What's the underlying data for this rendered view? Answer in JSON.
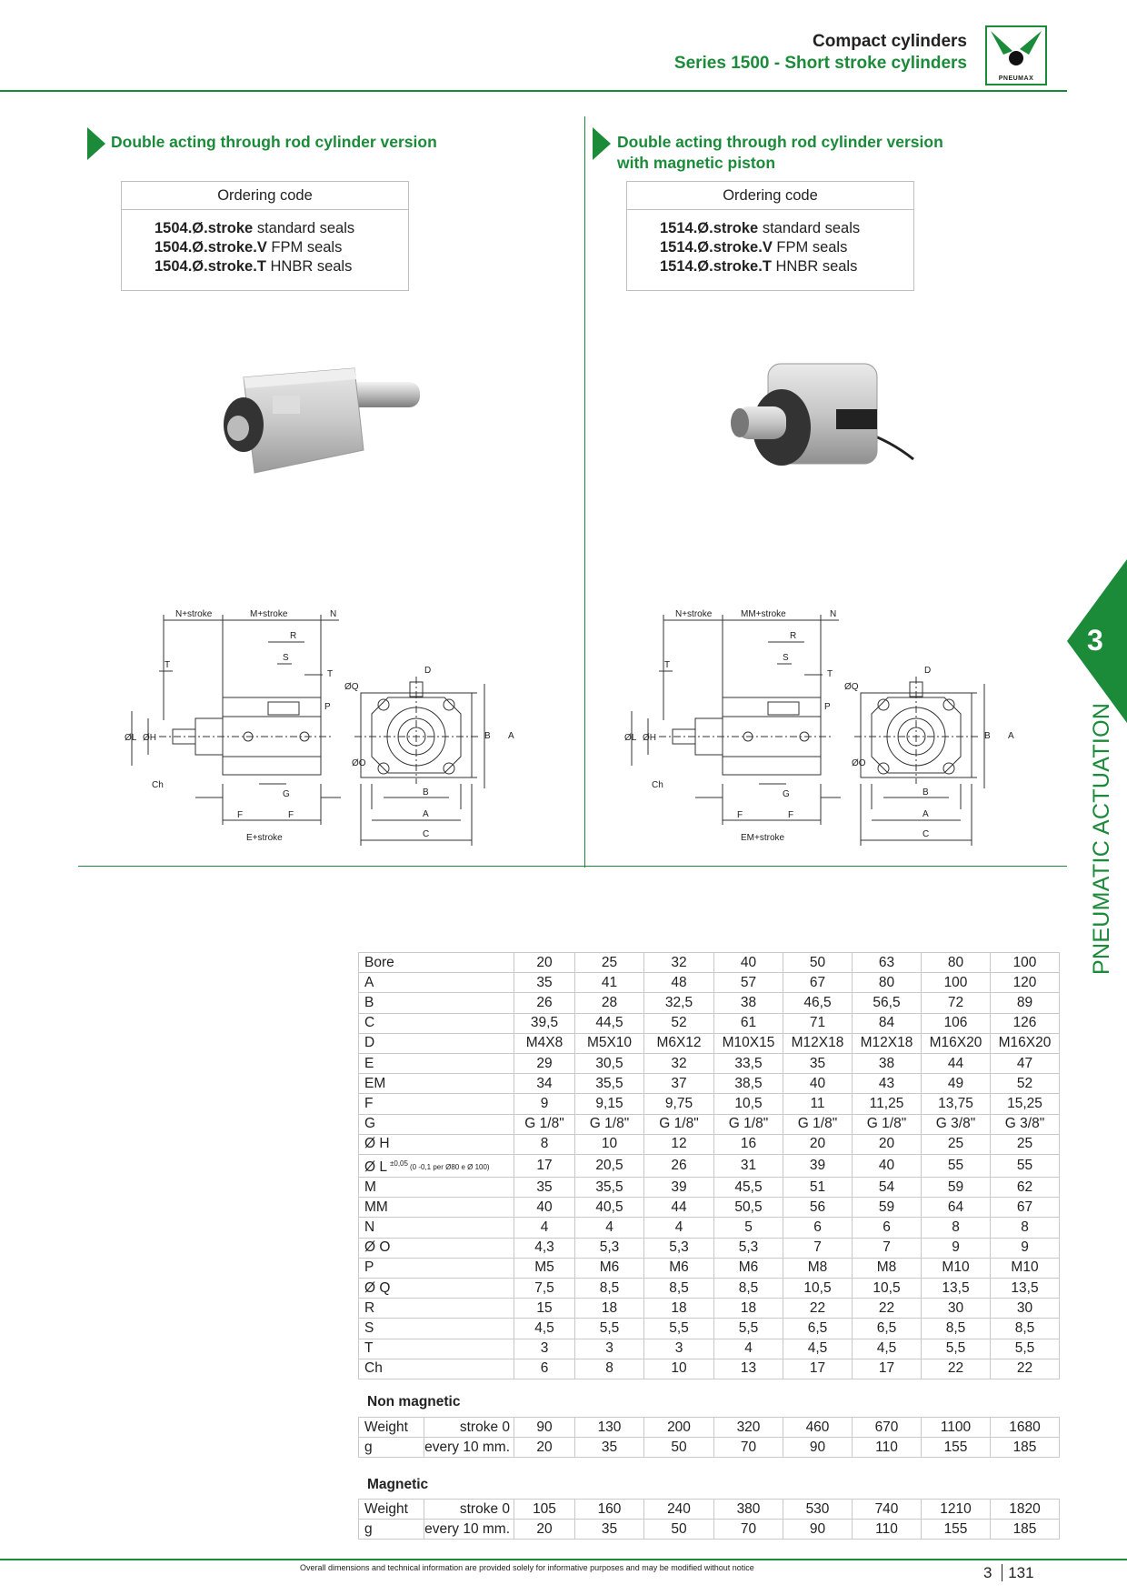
{
  "header": {
    "title_line1": "Compact cylinders",
    "title_line2": "Series 1500 - Short stroke cylinders",
    "logo_text": "PNEUMAX"
  },
  "left": {
    "section_title": "Double acting through rod cylinder version",
    "ordering_code": {
      "heading": "Ordering code",
      "lines": [
        {
          "code": "1504.Ø.stroke",
          "desc": " standard seals"
        },
        {
          "code": "1504.Ø.stroke.V",
          "desc": " FPM seals"
        },
        {
          "code": "1504.Ø.stroke.T",
          "desc": " HNBR seals"
        }
      ]
    },
    "drawing_labels": {
      "n_stroke": "N+stroke",
      "m_stroke": "M+stroke",
      "n": "N",
      "r": "R",
      "s": "S",
      "t1": "T",
      "t2": "T",
      "oq": "ØQ",
      "p": "P",
      "ol": "ØL",
      "oh": "ØH",
      "ch": "Ch",
      "g": "G",
      "f1": "F",
      "f2": "F",
      "e_stroke": "E+stroke",
      "d": "D",
      "oo": "ØO",
      "b_side": "B",
      "a_side": "A",
      "b_bot": "B",
      "a_bot": "A",
      "c_bot": "C"
    }
  },
  "right": {
    "section_title_line1": "Double acting through rod cylinder version",
    "section_title_line2": "with magnetic piston",
    "ordering_code": {
      "heading": "Ordering code",
      "lines": [
        {
          "code": "1514.Ø.stroke",
          "desc": " standard seals"
        },
        {
          "code": "1514.Ø.stroke.V",
          "desc": " FPM seals"
        },
        {
          "code": "1514.Ø.stroke.T",
          "desc": " HNBR seals"
        }
      ]
    },
    "drawing_labels": {
      "n_stroke": "N+stroke",
      "m_stroke": "MM+stroke",
      "n": "N",
      "r": "R",
      "s": "S",
      "t1": "T",
      "t2": "T",
      "oq": "ØQ",
      "p": "P",
      "ol": "ØL",
      "oh": "ØH",
      "ch": "Ch",
      "g": "G",
      "f1": "F",
      "f2": "F",
      "e_stroke": "EM+stroke",
      "d": "D",
      "oo": "ØO",
      "b_side": "B",
      "a_side": "A",
      "b_bot": "B",
      "a_bot": "A",
      "c_bot": "C"
    }
  },
  "side_tab": {
    "number": "3",
    "label": "PNEUMATIC ACTUATION"
  },
  "dimensions_table": {
    "rows": [
      [
        "Bore",
        "20",
        "25",
        "32",
        "40",
        "50",
        "63",
        "80",
        "100"
      ],
      [
        "A",
        "35",
        "41",
        "48",
        "57",
        "67",
        "80",
        "100",
        "120"
      ],
      [
        "B",
        "26",
        "28",
        "32,5",
        "38",
        "46,5",
        "56,5",
        "72",
        "89"
      ],
      [
        "C",
        "39,5",
        "44,5",
        "52",
        "61",
        "71",
        "84",
        "106",
        "126"
      ],
      [
        "D",
        "M4X8",
        "M5X10",
        "M6X12",
        "M10X15",
        "M12X18",
        "M12X18",
        "M16X20",
        "M16X20"
      ],
      [
        "E",
        "29",
        "30,5",
        "32",
        "33,5",
        "35",
        "38",
        "44",
        "47"
      ],
      [
        "EM",
        "34",
        "35,5",
        "37",
        "38,5",
        "40",
        "43",
        "49",
        "52"
      ],
      [
        "F",
        "9",
        "9,15",
        "9,75",
        "10,5",
        "11",
        "11,25",
        "13,75",
        "15,25"
      ],
      [
        "G",
        "G 1/8\"",
        "G 1/8\"",
        "G 1/8\"",
        "G 1/8\"",
        "G 1/8\"",
        "G 1/8\"",
        "G 3/8\"",
        "G 3/8\""
      ],
      [
        "Ø H",
        "8",
        "10",
        "12",
        "16",
        "20",
        "20",
        "25",
        "25"
      ],
      [
        "Ø L",
        "17",
        "20,5",
        "26",
        "31",
        "39",
        "40",
        "55",
        "55"
      ],
      [
        "M",
        "35",
        "35,5",
        "39",
        "45,5",
        "51",
        "54",
        "59",
        "62"
      ],
      [
        "MM",
        "40",
        "40,5",
        "44",
        "50,5",
        "56",
        "59",
        "64",
        "67"
      ],
      [
        "N",
        "4",
        "4",
        "4",
        "5",
        "6",
        "6",
        "8",
        "8"
      ],
      [
        "Ø O",
        "4,3",
        "5,3",
        "5,3",
        "5,3",
        "7",
        "7",
        "9",
        "9"
      ],
      [
        "P",
        "M5",
        "M6",
        "M6",
        "M6",
        "M8",
        "M8",
        "M10",
        "M10"
      ],
      [
        "Ø Q",
        "7,5",
        "8,5",
        "8,5",
        "8,5",
        "10,5",
        "10,5",
        "13,5",
        "13,5"
      ],
      [
        "R",
        "15",
        "18",
        "18",
        "18",
        "22",
        "22",
        "30",
        "30"
      ],
      [
        "S",
        "4,5",
        "5,5",
        "5,5",
        "5,5",
        "6,5",
        "6,5",
        "8,5",
        "8,5"
      ],
      [
        "T",
        "3",
        "3",
        "3",
        "4",
        "4,5",
        "4,5",
        "5,5",
        "5,5"
      ],
      [
        "Ch",
        "6",
        "8",
        "10",
        "13",
        "17",
        "17",
        "22",
        "22"
      ]
    ],
    "ol_tolerance": "±0,05",
    "ol_tol_upper": "0",
    "ol_tol_lower": "-0,1 per Ø80 e Ø 100"
  },
  "weights_non_magnetic": {
    "heading": "Non magnetic",
    "label1": "Weight",
    "label2": "g",
    "row1_label": "stroke 0",
    "row2_label": "every 10 mm.",
    "row1": [
      "90",
      "130",
      "200",
      "320",
      "460",
      "670",
      "1100",
      "1680"
    ],
    "row2": [
      "20",
      "35",
      "50",
      "70",
      "90",
      "110",
      "155",
      "185"
    ]
  },
  "weights_magnetic": {
    "heading": "Magnetic",
    "label1": "Weight",
    "label2": "g",
    "row1_label": "stroke 0",
    "row2_label": "every 10 mm.",
    "row1": [
      "105",
      "160",
      "240",
      "380",
      "530",
      "740",
      "1210",
      "1820"
    ],
    "row2": [
      "20",
      "35",
      "50",
      "70",
      "90",
      "110",
      "155",
      "185"
    ]
  },
  "footer": {
    "note": "Overall dimensions and technical information are provided solely for informative purposes and may be modified without notice",
    "chapter": "3",
    "page": "131"
  },
  "colors": {
    "accent": "#1b8b3a"
  }
}
